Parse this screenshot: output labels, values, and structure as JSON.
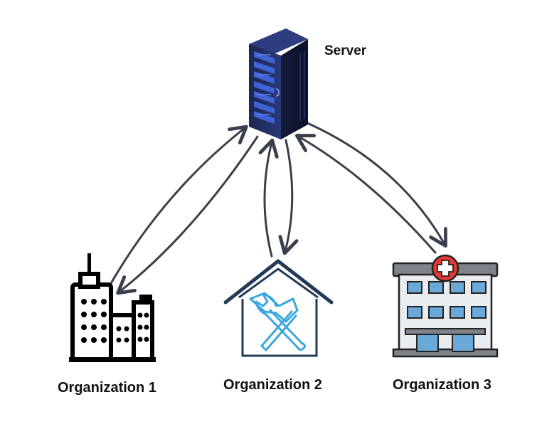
{
  "server": {
    "label": "Server",
    "icon": "server-rack-icon"
  },
  "organizations": [
    {
      "label": "Organization 1",
      "icon": "city-buildings-icon"
    },
    {
      "label": "Organization 2",
      "icon": "house-tools-icon"
    },
    {
      "label": "Organization 3",
      "icon": "hospital-icon"
    }
  ],
  "colors": {
    "arrow": "#3a3f4b",
    "server_body": "#1f2a5c",
    "server_light": "#3f64d8",
    "house": "#233a57",
    "tools": "#3aa7e0",
    "hospital_window": "#6aa8d8",
    "hospital_cross": "#e53935"
  }
}
